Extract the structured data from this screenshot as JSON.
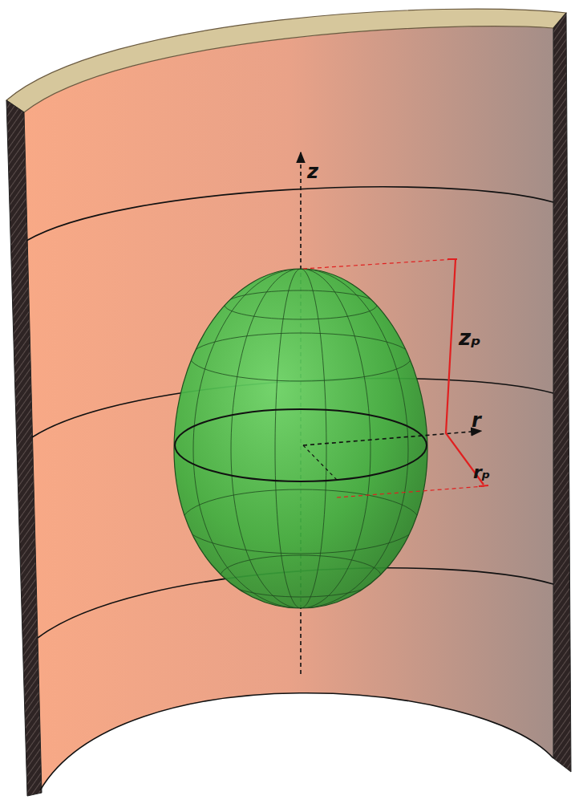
{
  "diagram": {
    "labels": [
      "z",
      "zₚ",
      "r",
      "rₚ"
    ]
  }
}
